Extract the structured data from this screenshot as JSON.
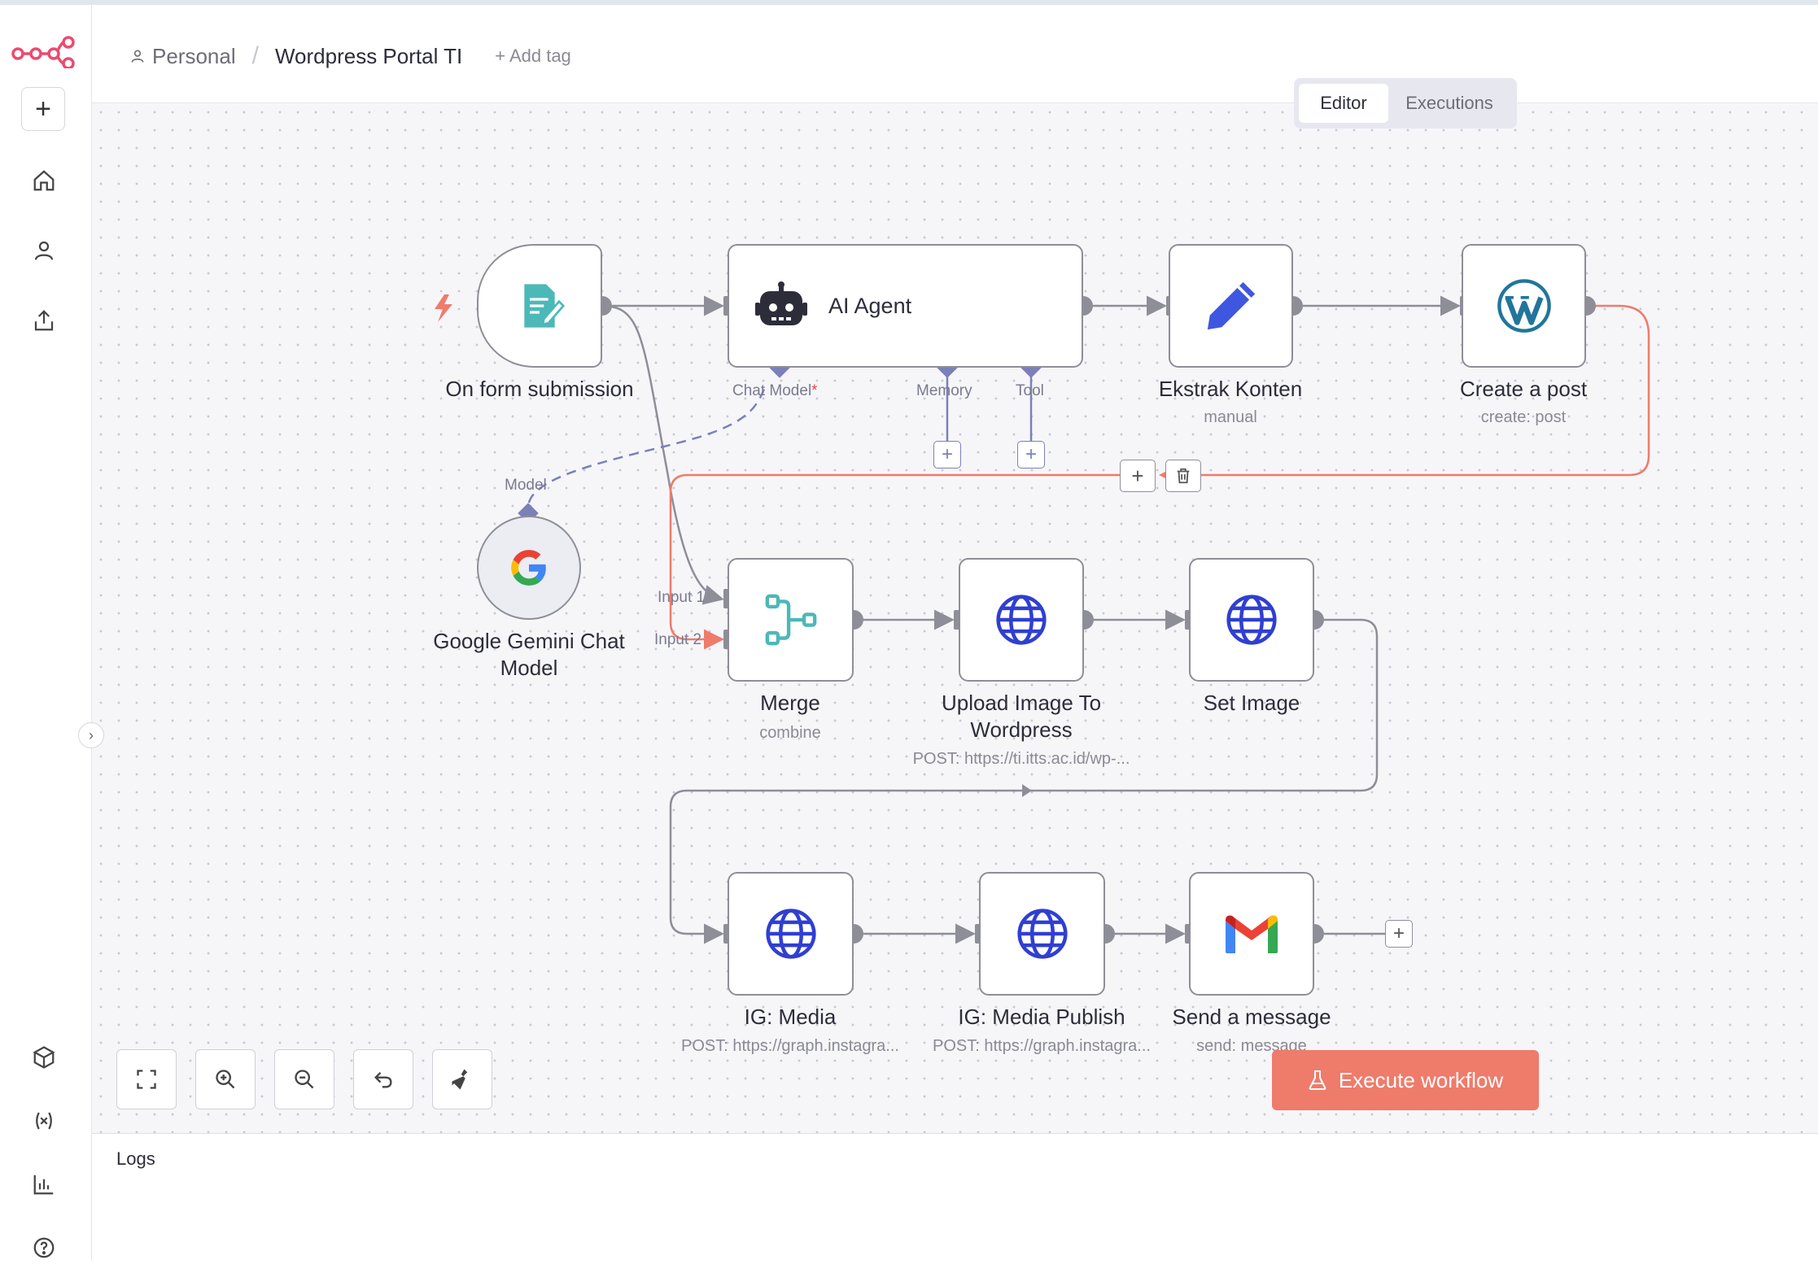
{
  "header": {
    "breadcrumb_project": "Personal",
    "workflow_name": "Wordpress Portal TI",
    "add_tag": "+ Add tag"
  },
  "tabs": [
    {
      "label": "Editor",
      "active": true
    },
    {
      "label": "Executions",
      "active": false
    }
  ],
  "nodes": {
    "form": {
      "name": "On form submission"
    },
    "agent": {
      "name": "AI Agent",
      "ports": {
        "chat_model": "Chat Model",
        "memory": "Memory",
        "tool": "Tool"
      }
    },
    "ekstrak": {
      "name": "Ekstrak Konten",
      "subtitle": "manual"
    },
    "post": {
      "name": "Create a post",
      "subtitle": "create: post"
    },
    "gemini": {
      "name_line1": "Google Gemini Chat",
      "name_line2": "Model",
      "port": "Model"
    },
    "merge": {
      "name": "Merge",
      "subtitle": "combine",
      "input1": "Input 1",
      "input2": "Input 2"
    },
    "upload": {
      "name_line1": "Upload Image To",
      "name_line2": "Wordpress",
      "subtitle": "POST: https://ti.itts.ac.id/wp-..."
    },
    "setimage": {
      "name": "Set Image"
    },
    "igmedia": {
      "name": "IG: Media",
      "subtitle": "POST: https://graph.instagra..."
    },
    "igpublish": {
      "name": "IG: Media Publish",
      "subtitle": "POST: https://graph.instagra..."
    },
    "gmail": {
      "name": "Send a message",
      "subtitle": "send: message"
    }
  },
  "execute_button": "Execute workflow",
  "logs_label": "Logs",
  "colors": {
    "accent": "#ea4b71",
    "execute": "#ef7b6b",
    "wire": "#8e8e98",
    "error_wire": "#ef7b6b",
    "sub_port": "#7b80b8",
    "globe": "#2f3fd1",
    "form_icon": "#4cb8b8",
    "wordpress": "#21759b"
  }
}
